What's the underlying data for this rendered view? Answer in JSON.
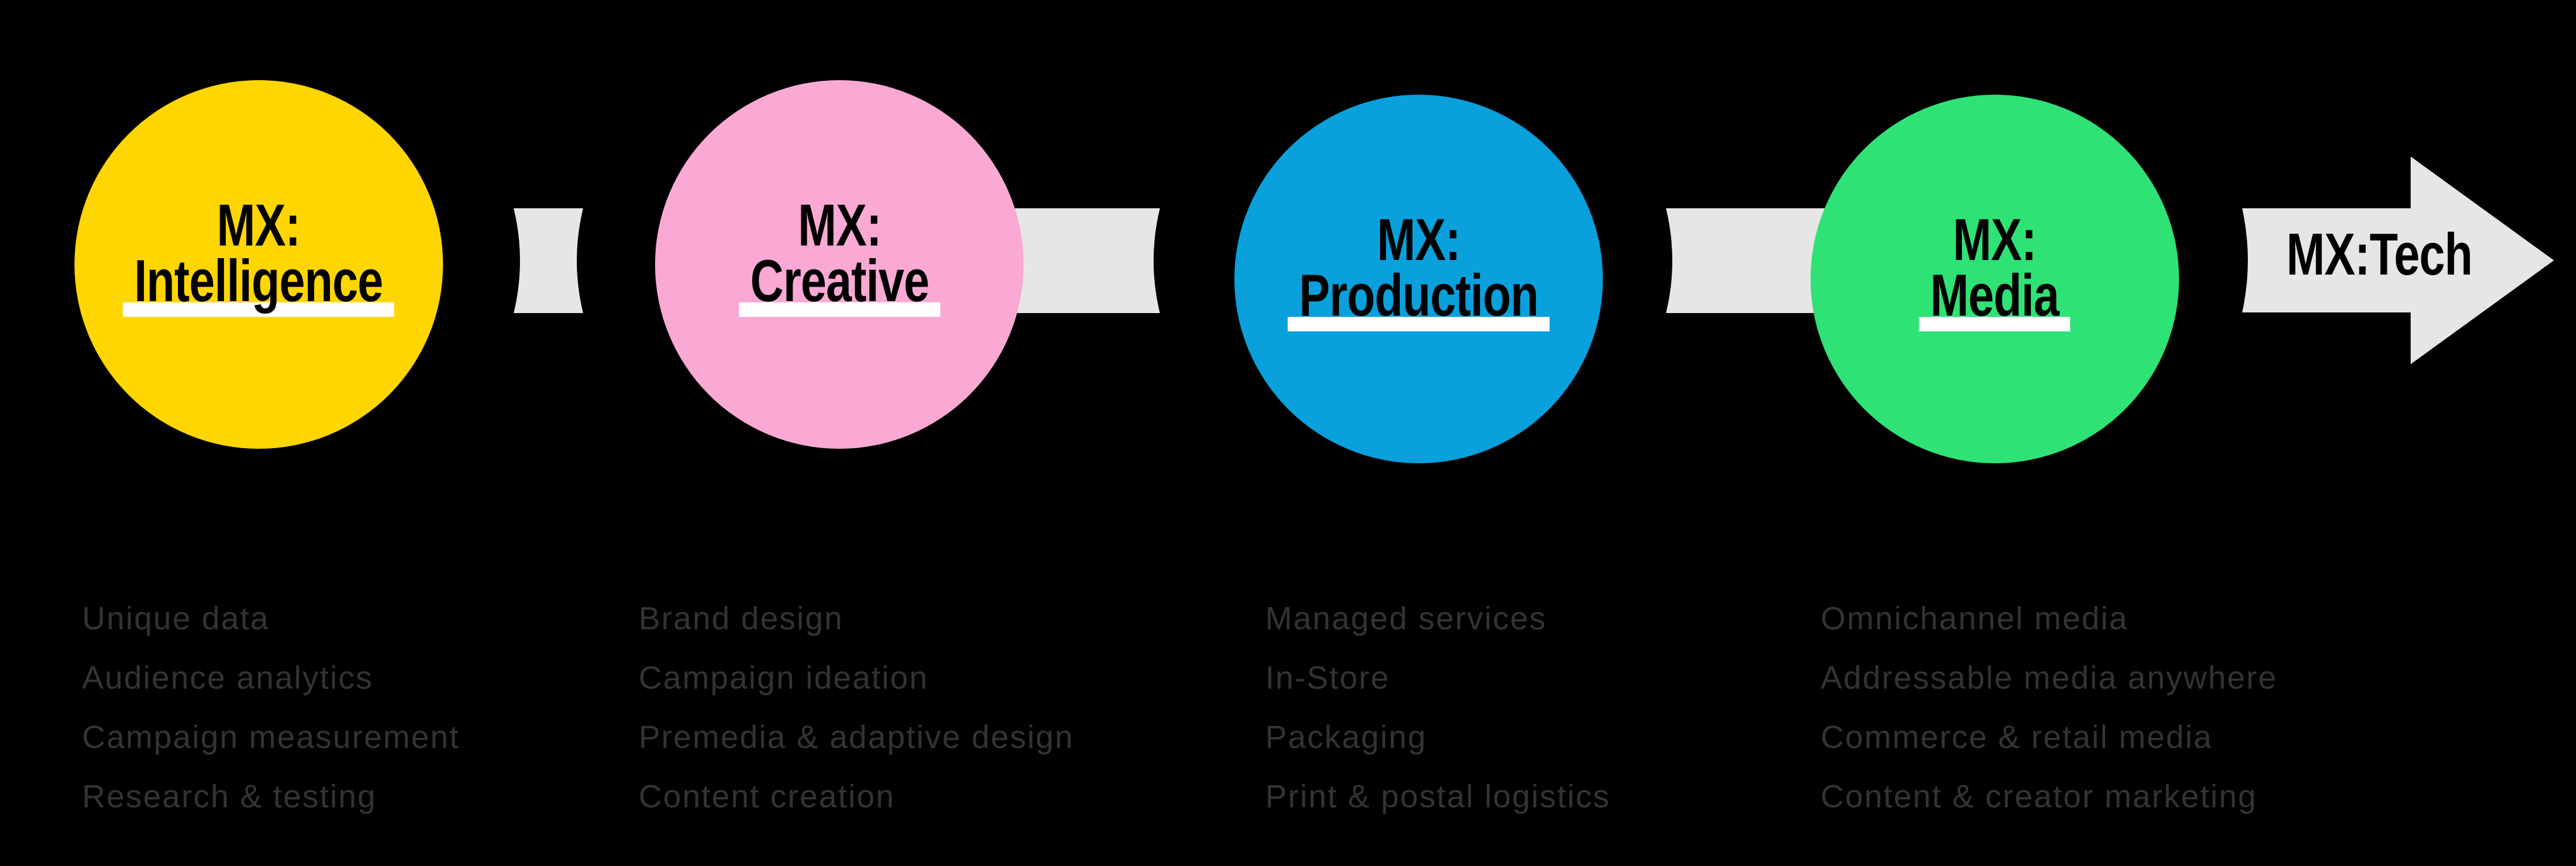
{
  "diagram": {
    "background": "#000000",
    "connector_color": "#E6E6E6",
    "underline_color": "#FFFFFF",
    "label_color": "#000000",
    "list_color": "#333333",
    "stages": [
      {
        "line1": "MX:",
        "line2": "Intelligence",
        "color": "#FFD602",
        "items": [
          "Unique data",
          "Audience analytics",
          "Campaign measurement",
          "Research & testing"
        ]
      },
      {
        "line1": "MX:",
        "line2": "Creative",
        "color": "#F9A9D4",
        "items": [
          "Brand design",
          "Campaign ideation",
          "Premedia & adaptive design",
          "Content creation"
        ]
      },
      {
        "line1": "MX:",
        "line2": "Production",
        "color": "#09A0DC",
        "items": [
          "Managed services",
          "In-Store",
          "Packaging",
          "Print & postal logistics"
        ]
      },
      {
        "line1": "MX:",
        "line2": "Media",
        "color": "#2FE276",
        "items": [
          "Omnichannel media",
          "Addressable media anywhere",
          "Commerce & retail media",
          "Content & creator marketing"
        ]
      }
    ],
    "arrow": {
      "label": "MX:Tech",
      "color": "#E6E6E6"
    }
  }
}
